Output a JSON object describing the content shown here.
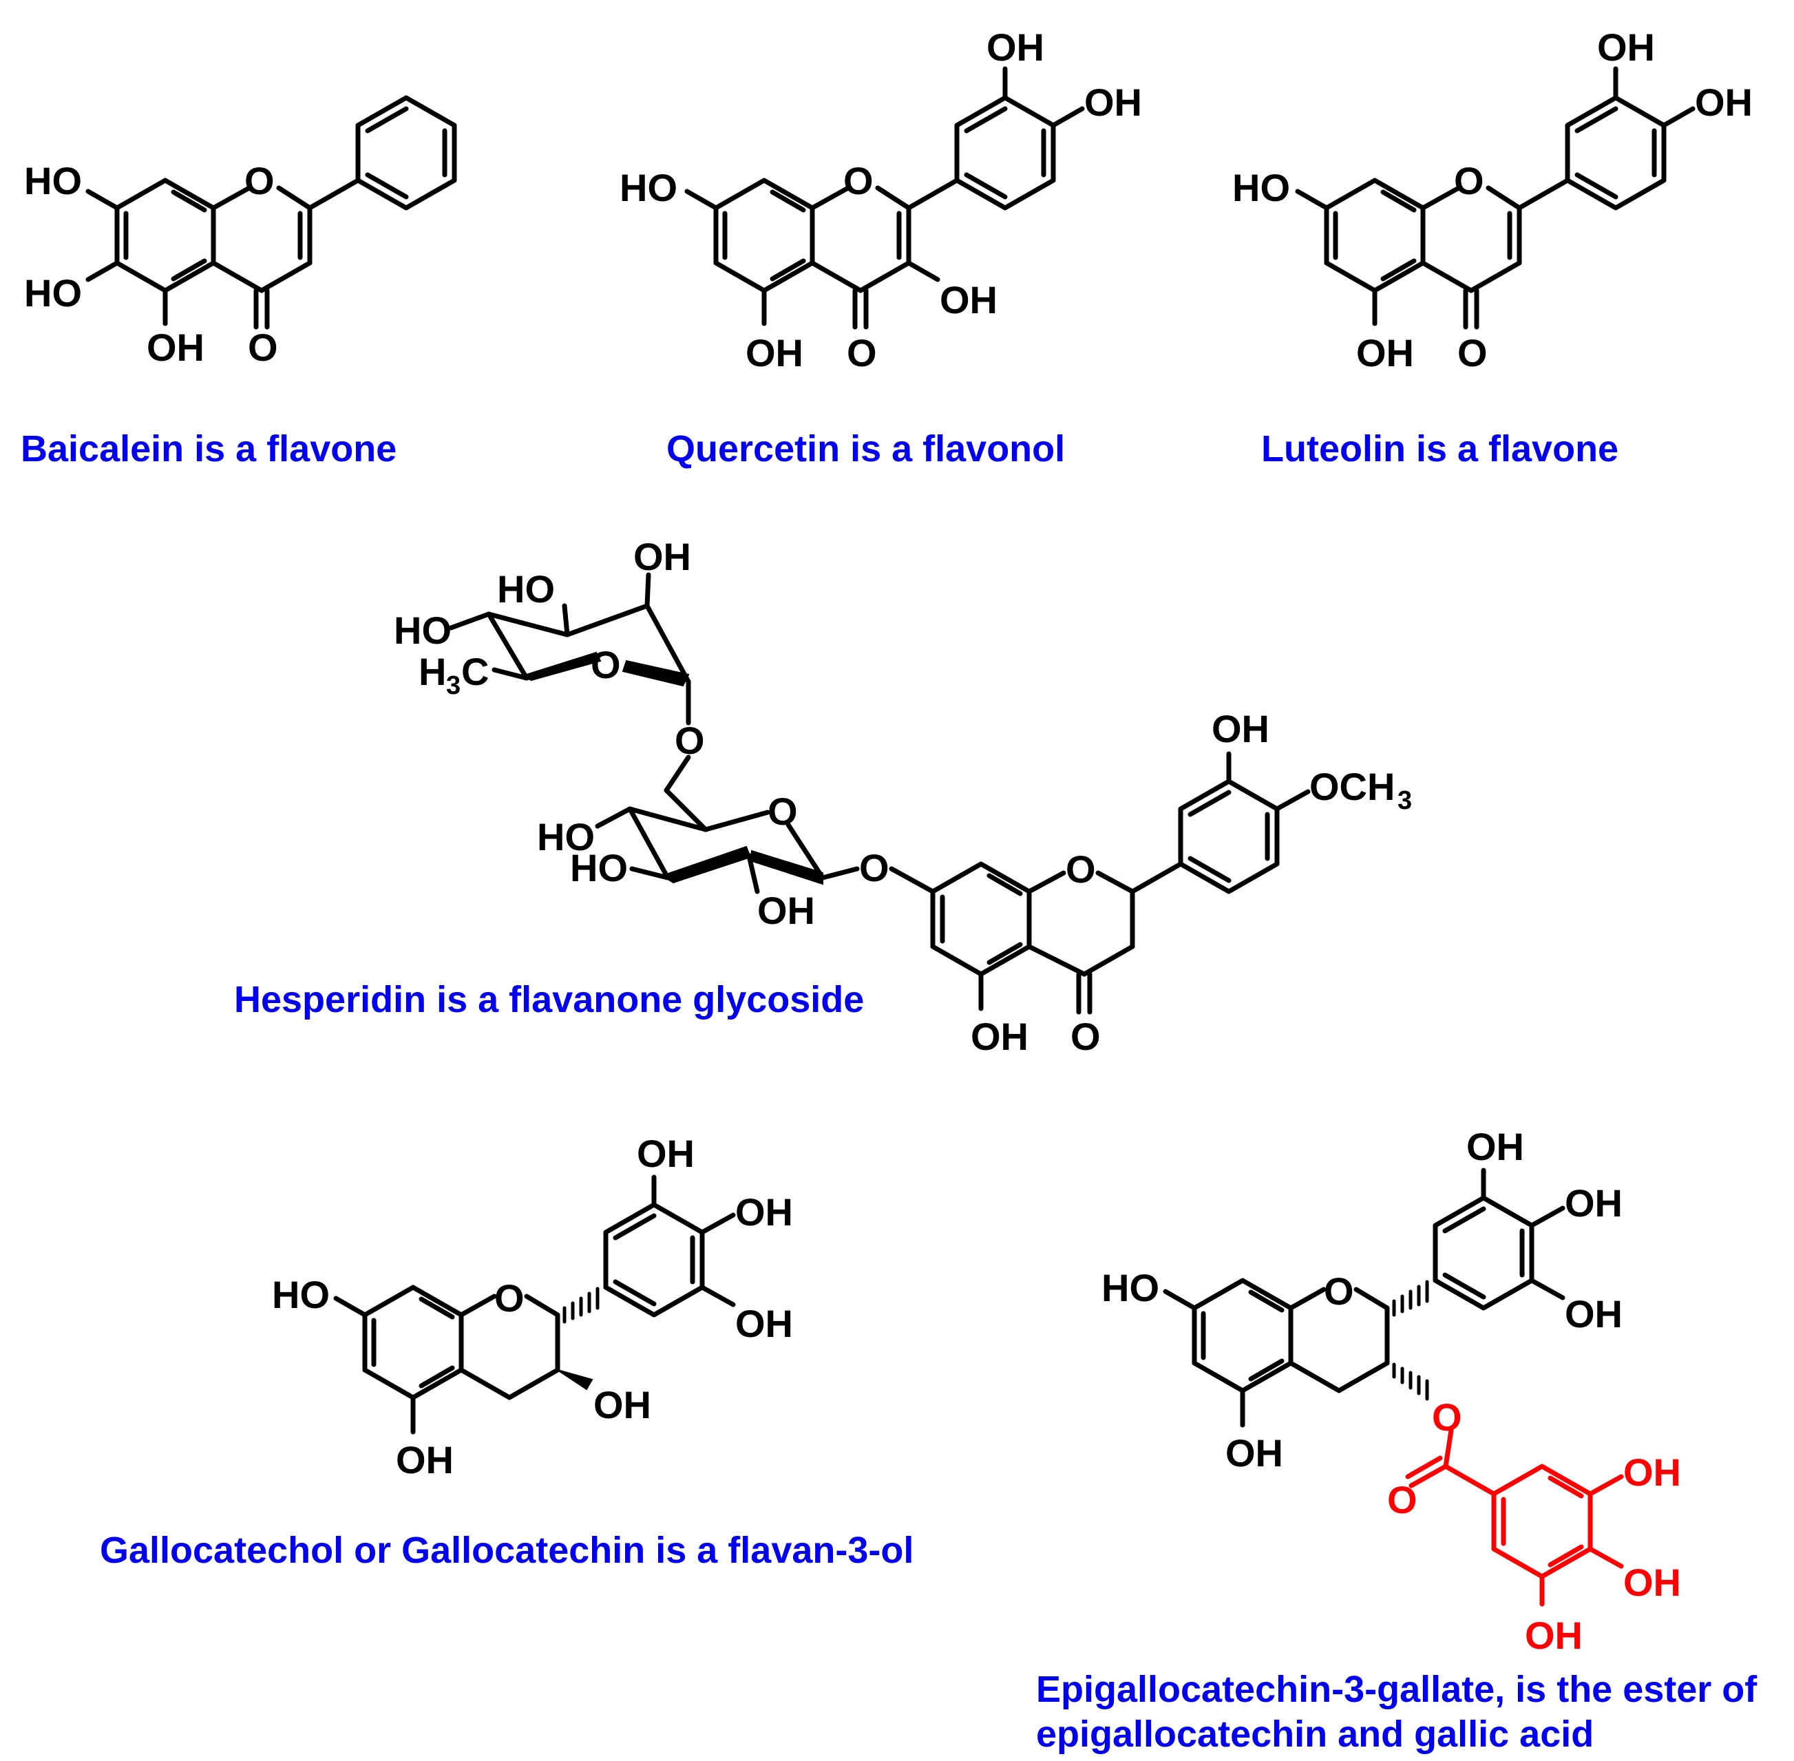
{
  "captions": {
    "baicalein": "Baicalein is a flavone",
    "quercetin": "Quercetin is a flavonol",
    "luteolin": "Luteolin is a flavone",
    "hesperidin": "Hesperidin is a flavanone glycoside",
    "gallocatechin": "Gallocatechol or Gallocatechin is a flavan-3-ol",
    "egcg_line1": "Epigallocatechin-3-gallate, is the ester of",
    "egcg_line2": "epigallocatechin and gallic acid"
  },
  "labels": {
    "OH": "OH",
    "HO": "HO",
    "O": "O",
    "OCH3": "OCH",
    "three": "3",
    "H3C_H": "H",
    "H3C_C": "C"
  },
  "colors": {
    "caption": "#0000ee",
    "bond": "#000000",
    "gallate": "#ff0000"
  }
}
